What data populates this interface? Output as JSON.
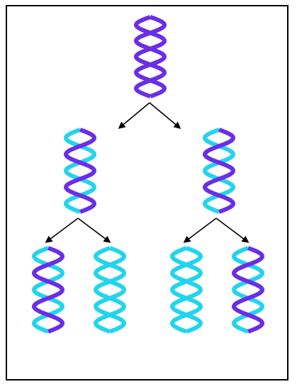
{
  "diagram": {
    "type": "dna-replication-tree",
    "colors": {
      "parental_strand": "#6a2ee8",
      "new_strand": "#22d4ee",
      "arrow": "#000000",
      "border": "#000000",
      "background": "#ffffff"
    },
    "generations": [
      {
        "name": "generation-0",
        "helices": [
          {
            "name": "helix-parent",
            "strands": [
              "parental",
              "parental"
            ]
          }
        ]
      },
      {
        "name": "generation-1",
        "helices": [
          {
            "name": "helix-gen1-left",
            "strands": [
              "parental",
              "new"
            ]
          },
          {
            "name": "helix-gen1-right",
            "strands": [
              "parental",
              "new"
            ]
          }
        ]
      },
      {
        "name": "generation-2",
        "helices": [
          {
            "name": "helix-gen2-1",
            "strands": [
              "parental",
              "new"
            ]
          },
          {
            "name": "helix-gen2-2",
            "strands": [
              "new",
              "new"
            ]
          },
          {
            "name": "helix-gen2-3",
            "strands": [
              "new",
              "new"
            ]
          },
          {
            "name": "helix-gen2-4",
            "strands": [
              "parental",
              "new"
            ]
          }
        ]
      }
    ]
  }
}
